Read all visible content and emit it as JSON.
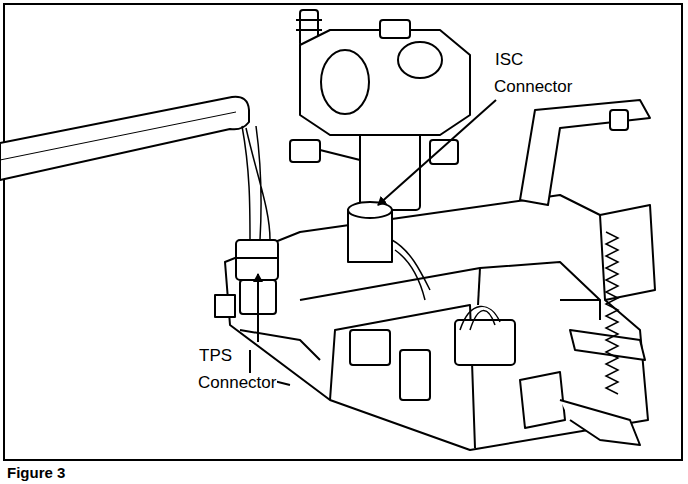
{
  "diagram": {
    "caption": "Figure 3",
    "labels": [
      "ISC Connector",
      "TPS Connector"
    ]
  }
}
